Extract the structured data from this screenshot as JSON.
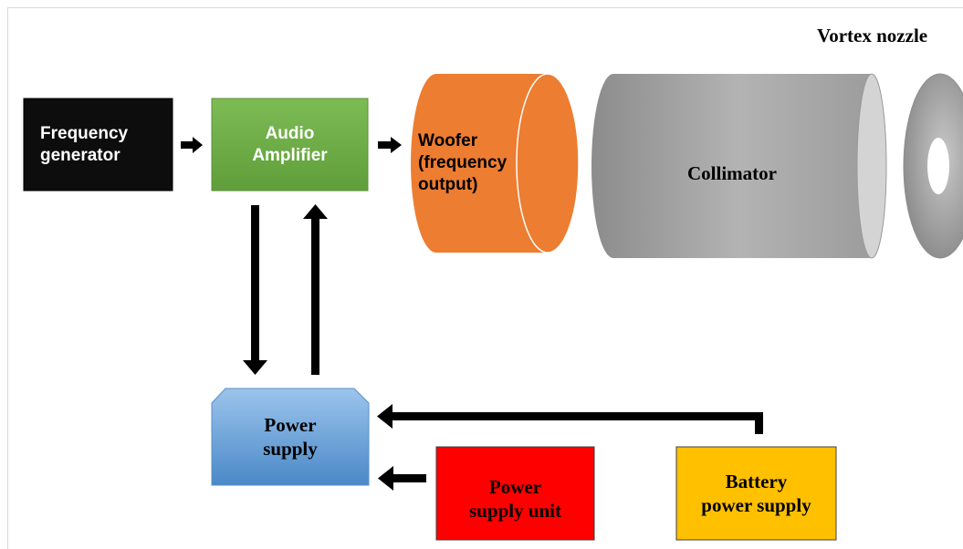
{
  "diagram": {
    "nozzle_label": "Vortex nozzle",
    "blocks": {
      "frequency_generator": {
        "label": "Frequency\ngenerator",
        "fill": "#0d0d0d",
        "text_color": "#ffffff"
      },
      "audio_amplifier": {
        "label": "Audio\nAmplifier",
        "fill": "#70ad47",
        "text_color": "#ffffff"
      },
      "woofer": {
        "label": "Woofer\n(frequency\noutput)",
        "fill": "#ed7d31",
        "text_color": "#000000"
      },
      "collimator": {
        "label": "Collimator",
        "fill": "#a6a6a6",
        "text_color": "#000000"
      },
      "power_supply": {
        "label": "Power\nsupply",
        "fill": "#5b9bd5",
        "text_color": "#000000"
      },
      "power_supply_unit": {
        "label": "Power\nsupply unit",
        "fill": "#ff0000",
        "text_color": "#000000"
      },
      "battery_power_supply": {
        "label": "Battery\npower supply",
        "fill": "#ffc000",
        "text_color": "#000000"
      }
    },
    "arrow_color": "#000000"
  }
}
